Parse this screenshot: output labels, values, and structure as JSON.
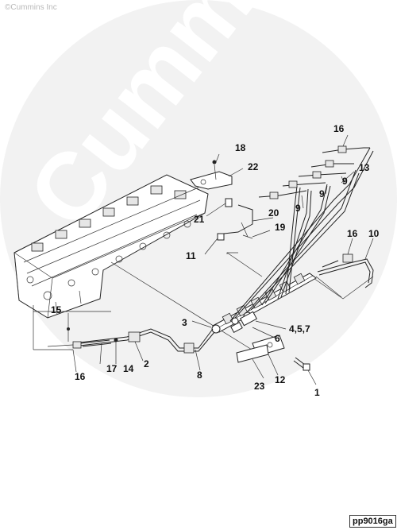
{
  "header": {
    "copyright": "©Cummins Inc"
  },
  "watermark": {
    "text": "Cummins"
  },
  "figure": {
    "id": "pp9016ga"
  },
  "callouts": [
    {
      "id": "c1",
      "label": "1"
    },
    {
      "id": "c2",
      "label": "2"
    },
    {
      "id": "c3",
      "label": "3"
    },
    {
      "id": "c457",
      "label": "4,5,7"
    },
    {
      "id": "c6",
      "label": "6"
    },
    {
      "id": "c8",
      "label": "8"
    },
    {
      "id": "c9a",
      "label": "9"
    },
    {
      "id": "c9b",
      "label": "9"
    },
    {
      "id": "c9c",
      "label": "9"
    },
    {
      "id": "c10",
      "label": "10"
    },
    {
      "id": "c11",
      "label": "11"
    },
    {
      "id": "c12",
      "label": "12"
    },
    {
      "id": "c13",
      "label": "13"
    },
    {
      "id": "c14",
      "label": "14"
    },
    {
      "id": "c15",
      "label": "15"
    },
    {
      "id": "c16a",
      "label": "16"
    },
    {
      "id": "c16b",
      "label": "16"
    },
    {
      "id": "c16c",
      "label": "16"
    },
    {
      "id": "c17",
      "label": "17"
    },
    {
      "id": "c18",
      "label": "18"
    },
    {
      "id": "c19",
      "label": "19"
    },
    {
      "id": "c20",
      "label": "20"
    },
    {
      "id": "c21",
      "label": "21"
    },
    {
      "id": "c22",
      "label": "22"
    },
    {
      "id": "c23",
      "label": "23"
    }
  ]
}
